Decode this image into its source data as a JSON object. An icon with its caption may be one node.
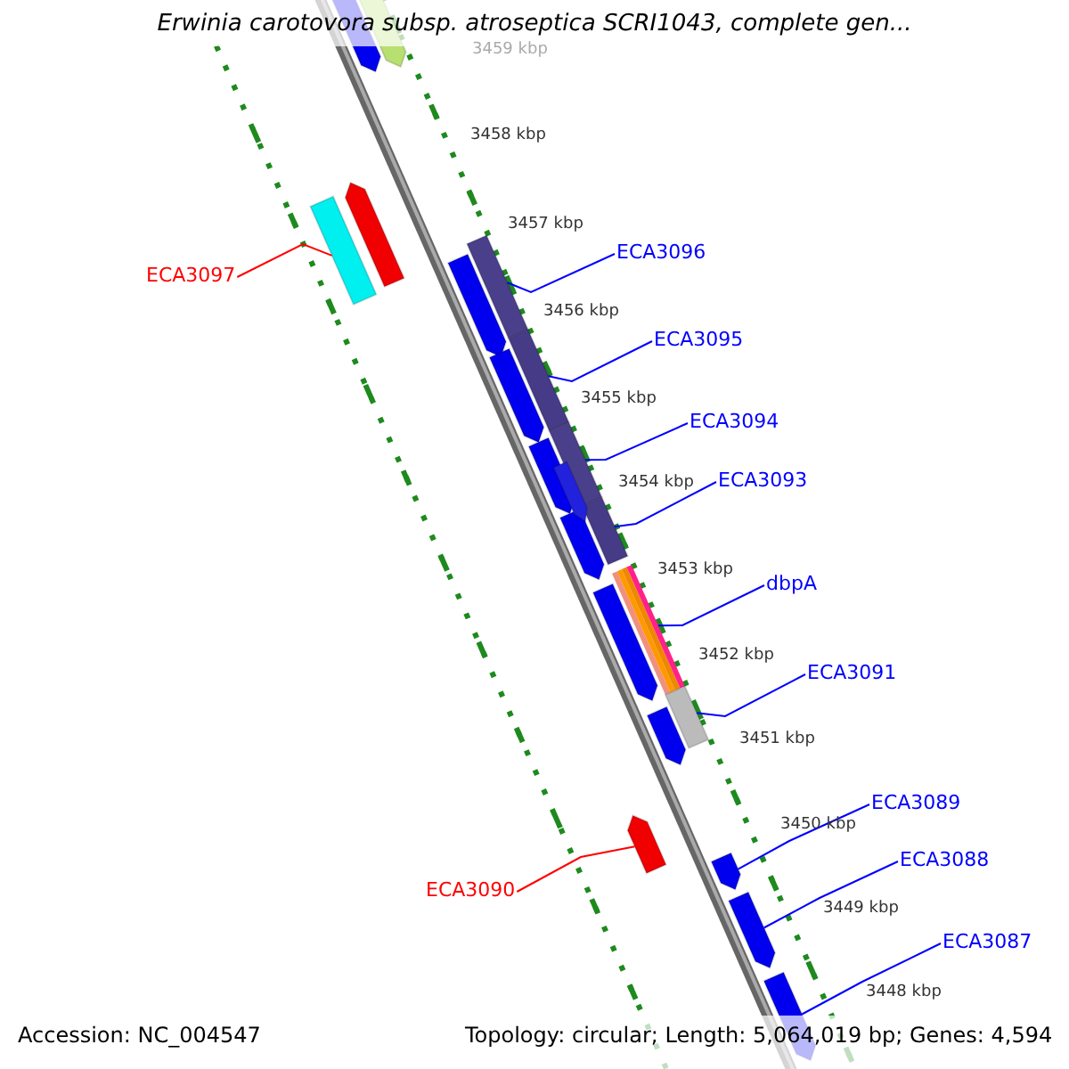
{
  "diagram": {
    "title": "Erwinia carotovora subsp. atroseptica SCRI1043, complete gen...",
    "nodes": [
      {
        "text": [
          "ECA3097"
        ]
      },
      {
        "text": [
          "ECA3096"
        ]
      },
      {
        "text": [
          "ECA3095"
        ]
      },
      {
        "text": [
          "ECA3094"
        ]
      },
      {
        "text": [
          "ECA3093"
        ]
      },
      {
        "text": [
          "dbpA"
        ]
      },
      {
        "text": [
          "ECA3091"
        ]
      },
      {
        "text": [
          "ECA3089"
        ]
      },
      {
        "text": [
          "ECA3088"
        ]
      },
      {
        "text": [
          "ECA3087"
        ]
      },
      {
        "text": [
          "ECA3090"
        ]
      },
      {
        "text": [],
        "shape": "bar"
      },
      {
        "text": [],
        "shape": "bar"
      },
      {
        "text": [],
        "shape": "bar"
      },
      {
        "text": [],
        "shape": "bar"
      },
      {
        "text": [],
        "shape": "bar"
      },
      {
        "text": [],
        "shape": "bar"
      },
      {
        "text": [],
        "shape": "bar"
      },
      {
        "text": [],
        "shape": "bar"
      },
      {
        "text": [],
        "shape": "bar"
      },
      {
        "text": [],
        "shape": "bar"
      },
      {
        "text": [],
        "shape": "bar"
      }
    ],
    "edges": [
      {
        "from": 0,
        "to": 11,
        "arrow": "none",
        "color": "#ff0000"
      },
      {
        "from": 1,
        "to": 12,
        "arrow": "none"
      },
      {
        "from": 2,
        "to": 13,
        "arrow": "none"
      },
      {
        "from": 3,
        "to": 14,
        "arrow": "none"
      },
      {
        "from": 4,
        "to": 15,
        "arrow": "none"
      },
      {
        "from": 5,
        "to": 16,
        "arrow": "none"
      },
      {
        "from": 6,
        "to": 17,
        "arrow": "none"
      },
      {
        "from": 7,
        "to": 18,
        "arrow": "none"
      },
      {
        "from": 8,
        "to": 19,
        "arrow": "none"
      },
      {
        "from": 9,
        "to": 20,
        "arrow": "none"
      },
      {
        "from": 10,
        "to": 21,
        "arrow": "none",
        "color": "#ff0000"
      }
    ],
    "labels": [
      "3459 kbp",
      "3458 kbp",
      "3457 kbp",
      "3456 kbp",
      "3455 kbp",
      "3454 kbp",
      "3453 kbp",
      "3452 kbp",
      "3451 kbp",
      "3450 kbp",
      "3449 kbp",
      "3448 kbp",
      "Accession: NC_004547",
      "Topology: circular; Length: 5,064,019 bp; Genes: 4,594"
    ]
  }
}
